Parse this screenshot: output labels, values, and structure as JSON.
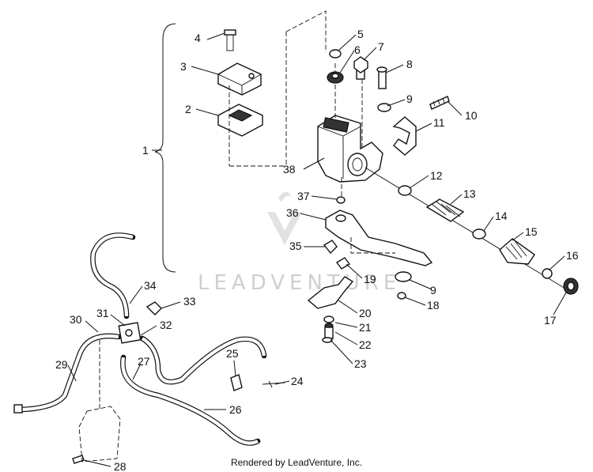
{
  "diagram": {
    "callouts": [
      "1",
      "2",
      "3",
      "4",
      "5",
      "6",
      "7",
      "8",
      "9",
      "10",
      "11",
      "12",
      "13",
      "14",
      "15",
      "16",
      "17",
      "18",
      "19",
      "20",
      "21",
      "22",
      "23",
      "24",
      "25",
      "26",
      "27",
      "28",
      "29",
      "30",
      "31",
      "32",
      "33",
      "34",
      "35",
      "36",
      "37",
      "38",
      "9"
    ],
    "watermark_text": "LEADVENTURE",
    "footer_text": "Rendered by LeadVenture, Inc."
  }
}
